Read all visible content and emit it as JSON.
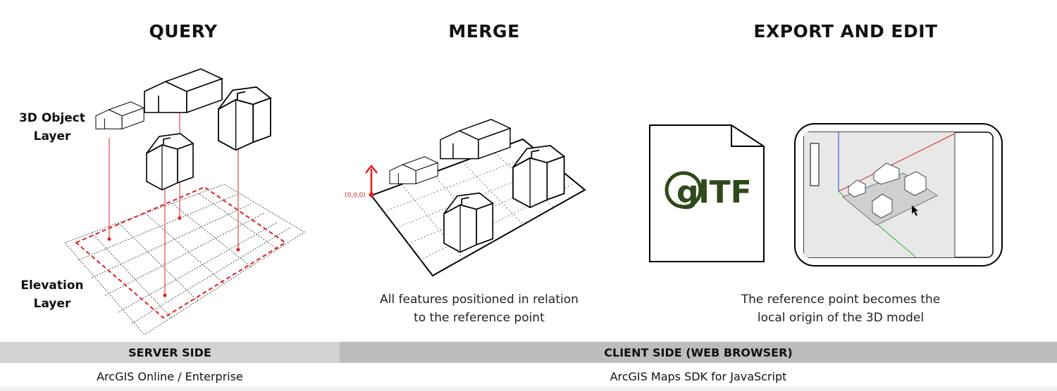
{
  "headings": {
    "query": "QUERY",
    "merge": "MERGE",
    "export": "EXPORT AND EDIT"
  },
  "query_panel": {
    "object_layer_line1": "3D Object",
    "object_layer_line2": "Layer",
    "elevation_layer_line1": "Elevation",
    "elevation_layer_line2": "Layer"
  },
  "merge_panel": {
    "origin_label": "(0,0,0)",
    "caption_line1": "All features positioned in relation",
    "caption_line2": "to the reference point"
  },
  "export_panel": {
    "gltf_logo_text": "glTF",
    "caption_line1": "The reference point becomes the",
    "caption_line2": "local origin of the 3D model"
  },
  "footer": {
    "server_header": "SERVER SIDE",
    "client_header": "CLIENT SIDE (WEB BROWSER)",
    "server_product": "ArcGIS Online / Enterprise",
    "client_product": "ArcGIS Maps SDK for JavaScript"
  },
  "colors": {
    "accent_red": "#e02020",
    "bar_header_left": "#d2d2d2",
    "bar_header_right": "#bdbdbd",
    "bar_bottom": "#f2f2f2",
    "gltf_green": "#2f4a1a"
  }
}
